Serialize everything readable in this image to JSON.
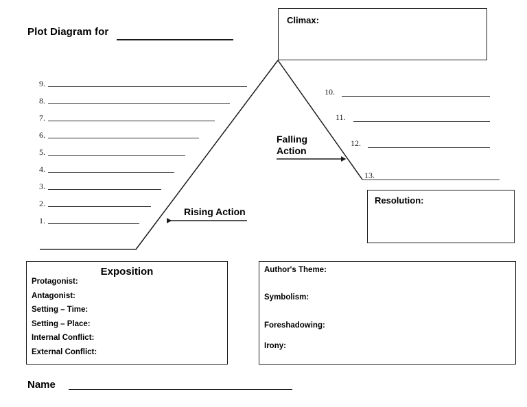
{
  "title": {
    "text": "Plot Diagram for",
    "blank": true
  },
  "climax": {
    "label": "Climax:"
  },
  "resolution": {
    "label": "Resolution:"
  },
  "stages": {
    "rising": "Rising Action",
    "falling_line1": "Falling",
    "falling_line2": "Action"
  },
  "rising_action_items": [
    {
      "number": "9.",
      "line_width": 290
    },
    {
      "number": "8.",
      "line_width": 265
    },
    {
      "number": "7.",
      "line_width": 243
    },
    {
      "number": "6.",
      "line_width": 220
    },
    {
      "number": "5.",
      "line_width": 200
    },
    {
      "number": "4.",
      "line_width": 184
    },
    {
      "number": "3.",
      "line_width": 165
    },
    {
      "number": "2.",
      "line_width": 150
    },
    {
      "number": "1.",
      "line_width": 133
    }
  ],
  "falling_action_items": [
    {
      "number": "10.",
      "line_start": 498,
      "line_end": 714
    },
    {
      "number": "11.",
      "line_start": 515,
      "line_end": 714
    },
    {
      "number": "12.",
      "line_start": 536,
      "line_end": 714
    },
    {
      "number": "13.",
      "line_start": 528,
      "line_end": 728
    }
  ],
  "exposition": {
    "title": "Exposition",
    "fields": [
      "Protagonist:",
      "Antagonist:",
      "Setting – Time:",
      "Setting – Place:",
      "Internal Conflict:",
      "External Conflict:"
    ]
  },
  "literary_elements": {
    "fields": [
      "Author's Theme:",
      "Symbolism:",
      "Foreshadowing:",
      "Irony:"
    ]
  },
  "footer": {
    "name_label": "Name"
  },
  "colors": {
    "ink": "#000000",
    "rule": "#2b2b2b",
    "page": "#ffffff"
  }
}
